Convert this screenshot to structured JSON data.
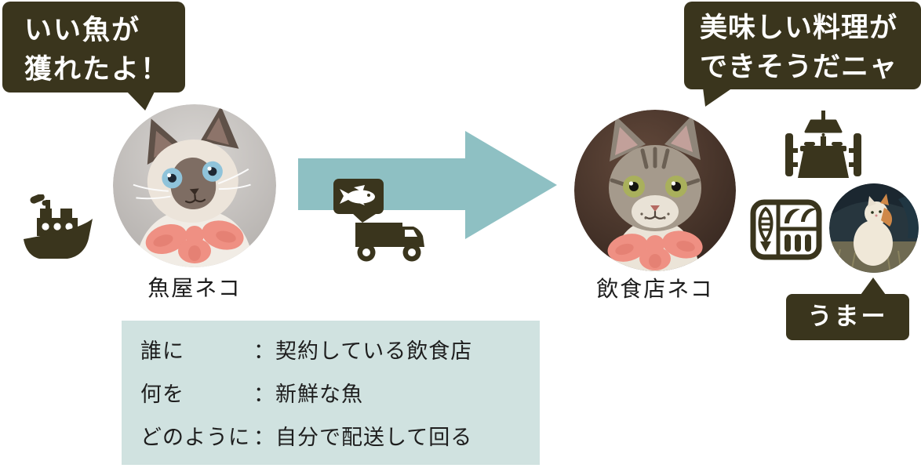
{
  "palette": {
    "dark_brown": "#3a351d",
    "arrow_teal": "#8ec0c3",
    "info_box_bg": "#d0e2e0",
    "bow_pink": "#ef9083",
    "bubble_text": "#ffffff"
  },
  "bubbles": {
    "fisherman": "いい魚が\n獲れたよ！",
    "restaurant": "美味しい料理が\nできそうだニャ",
    "customer": "うまー"
  },
  "actors": {
    "fisherman_label": "魚屋ネコ",
    "restaurant_label": "飲食店ネコ",
    "fisherman_photo": "siamese-cat-with-pink-bow",
    "restaurant_photo": "tabby-cat-with-pink-bow",
    "customer_photo": "white-cat-sitting-outdoors"
  },
  "icons": {
    "boat": "fishing-boat-icon",
    "delivery": "truck-with-fish-speech-bubble-icon",
    "dining": "restaurant-table-icon",
    "meal": "grilled-fish-meal-tray-icon"
  },
  "info": {
    "separator": "：",
    "rows": [
      {
        "label": "誰に",
        "value": "契約している飲食店"
      },
      {
        "label": "何を",
        "value": "新鮮な魚"
      },
      {
        "label": "どのように",
        "value": "自分で配送して回る"
      }
    ]
  }
}
